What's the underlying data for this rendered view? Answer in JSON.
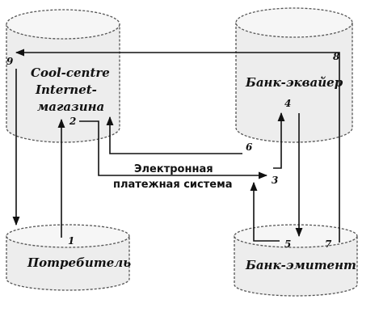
{
  "nodes": {
    "store": {
      "line1": "Cool-centre",
      "line2": "Internet-",
      "line3": "магазина"
    },
    "acquirer": {
      "label": "Банк-эквайер"
    },
    "consumer": {
      "label": "Потребитель"
    },
    "issuer": {
      "label": "Банк-эмитент"
    }
  },
  "payment_system": {
    "line1": "Электронная",
    "line2": "платежная система"
  },
  "step_numbers": {
    "n1": "1",
    "n2": "2",
    "n3": "3",
    "n4": "4",
    "n5": "5",
    "n6": "6",
    "n7": "7",
    "n8": "8",
    "n9": "9"
  },
  "colors": {
    "cylinder_fill": "#ededed",
    "line": "#111111"
  }
}
